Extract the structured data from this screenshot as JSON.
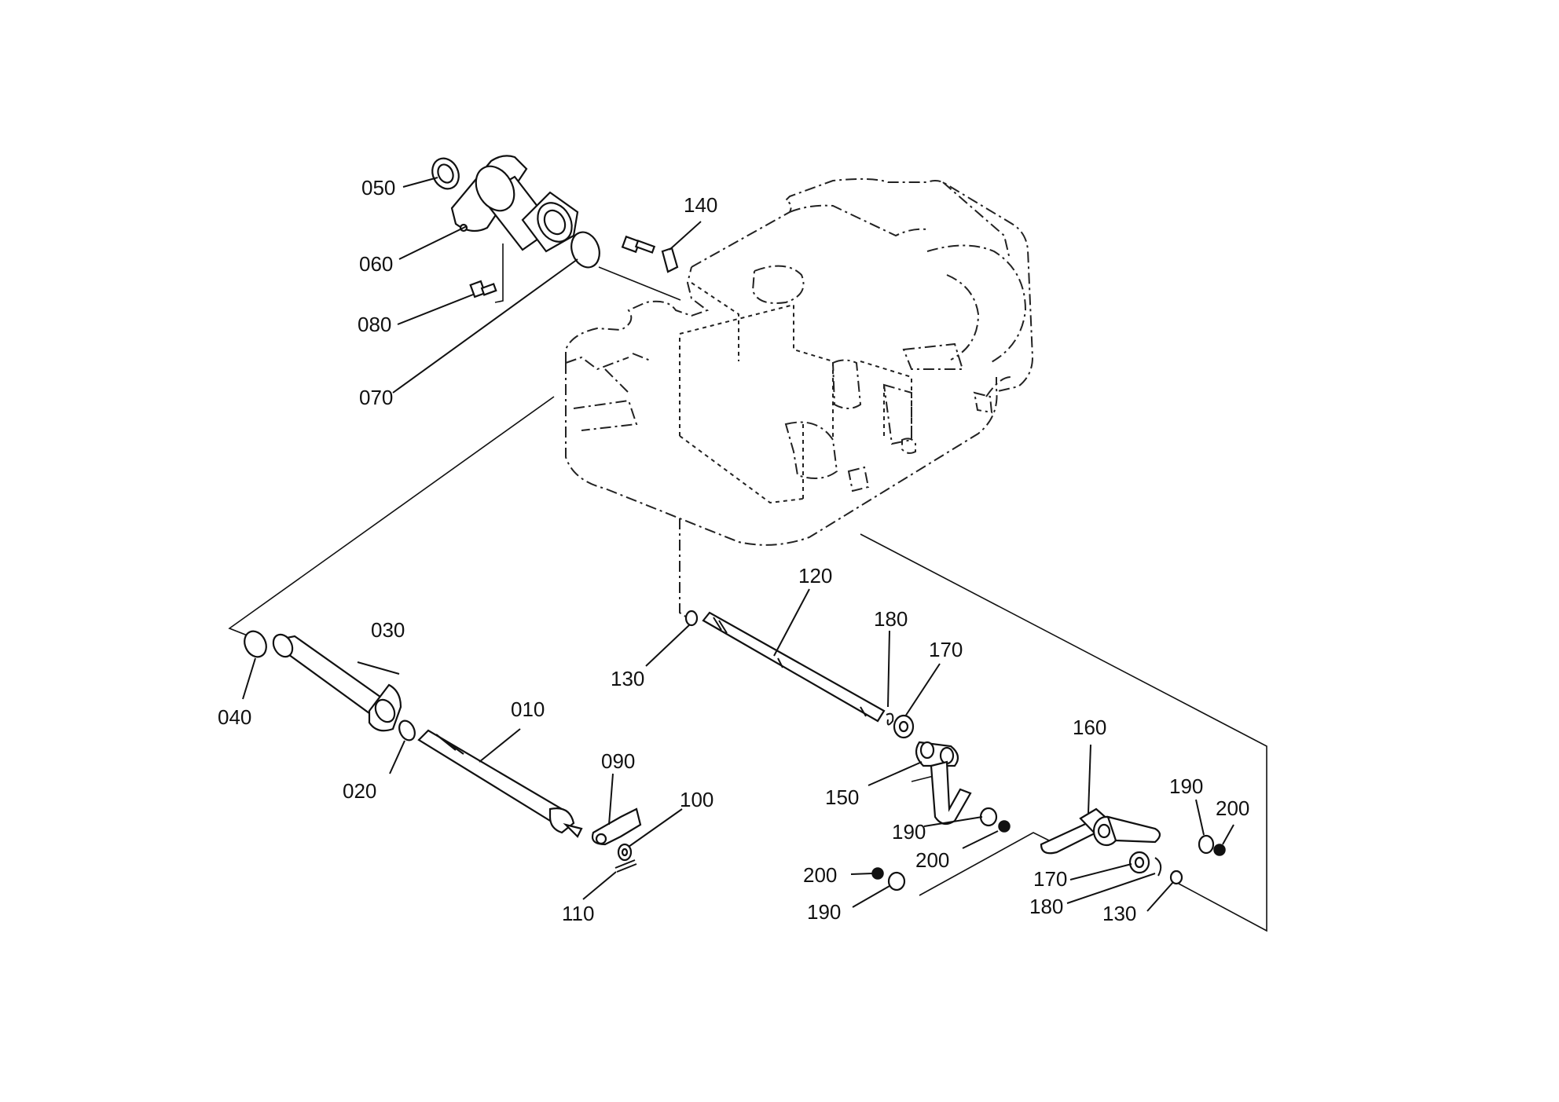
{
  "labels": {
    "p010": "010",
    "p020": "020",
    "p030": "030",
    "p040": "040",
    "p050": "050",
    "p060": "060",
    "p070": "070",
    "p080": "080",
    "p090": "090",
    "p100": "100",
    "p110": "110",
    "p120": "120",
    "p130a": "130",
    "p130b": "130",
    "p140": "140",
    "p150": "150",
    "p160": "160",
    "p170a": "170",
    "p170b": "170",
    "p180a": "180",
    "p180b": "180",
    "p190a": "190",
    "p190b": "190",
    "p190c": "190",
    "p200a": "200",
    "p200b": "200",
    "p200c": "200"
  }
}
